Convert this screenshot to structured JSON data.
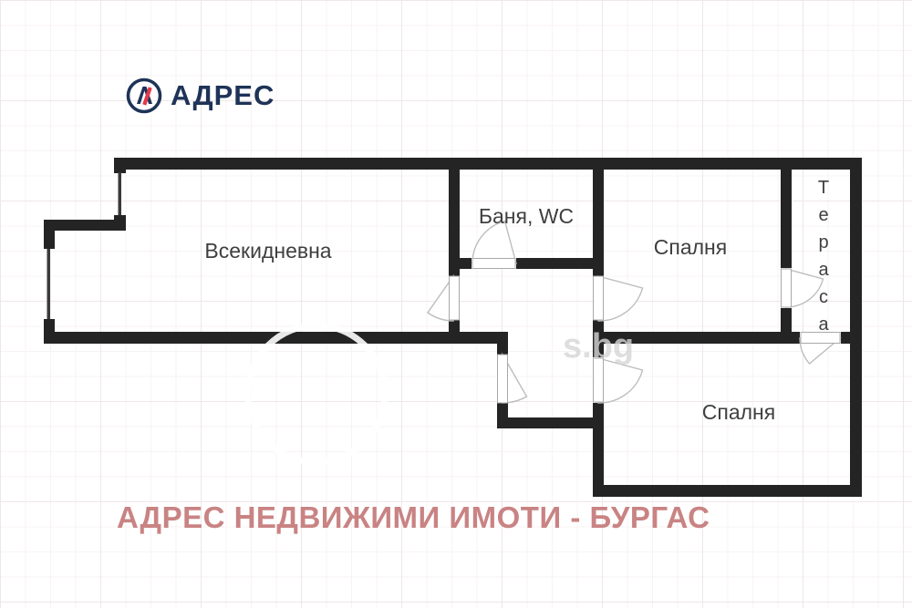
{
  "logo": {
    "brand": "АДРЕС",
    "icon": "adres-circle-a-icon",
    "navy": "#1e3357",
    "red": "#e2394a"
  },
  "rooms": {
    "living": "Всекидневна",
    "bath": "Баня, WC",
    "bedroom1": "Спалня",
    "bedroom2": "Спалня",
    "terrace": "Тераса",
    "terrace_letters": [
      "Т",
      "е",
      "р",
      "а",
      "с",
      "а"
    ]
  },
  "watermark": {
    "text": "s.bg"
  },
  "footer": {
    "text": "АДРЕС НЕДВИЖИМИ ИМОТИ - БУРГАС",
    "color": "#c98383"
  },
  "colors": {
    "wall": "#242424",
    "label": "#3f3f3f",
    "grid": "#efe7e7"
  }
}
